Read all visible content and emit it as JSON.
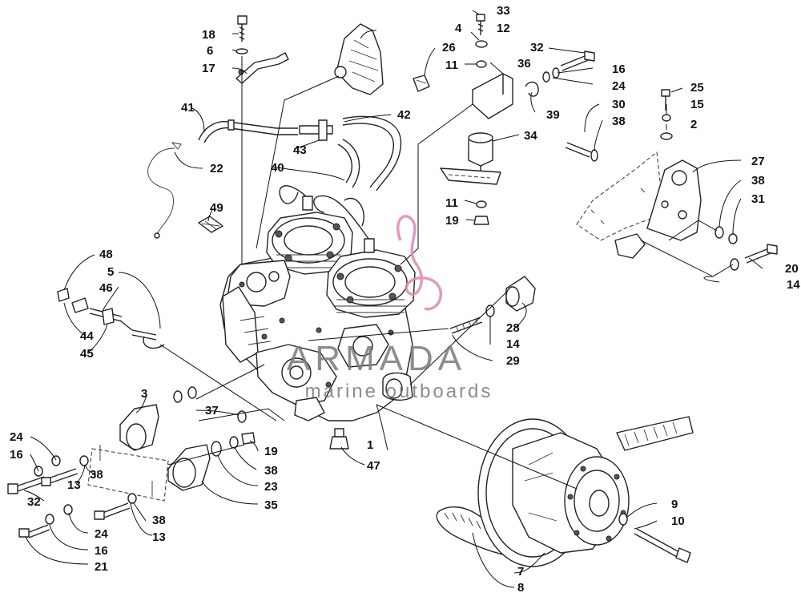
{
  "watermark": {
    "brand": "ARMADA",
    "tagline": "marine outboards",
    "logo_color": "#d98ab4"
  },
  "callouts": [
    {
      "n": "1"
    },
    {
      "n": "2"
    },
    {
      "n": "3"
    },
    {
      "n": "4"
    },
    {
      "n": "5"
    },
    {
      "n": "6"
    },
    {
      "n": "7"
    },
    {
      "n": "8"
    },
    {
      "n": "9"
    },
    {
      "n": "10"
    },
    {
      "n": "11"
    },
    {
      "n": "11"
    },
    {
      "n": "12"
    },
    {
      "n": "13"
    },
    {
      "n": "13"
    },
    {
      "n": "14"
    },
    {
      "n": "14"
    },
    {
      "n": "15"
    },
    {
      "n": "16"
    },
    {
      "n": "16"
    },
    {
      "n": "16"
    },
    {
      "n": "17"
    },
    {
      "n": "18"
    },
    {
      "n": "19"
    },
    {
      "n": "19"
    },
    {
      "n": "20"
    },
    {
      "n": "21"
    },
    {
      "n": "22"
    },
    {
      "n": "23"
    },
    {
      "n": "24"
    },
    {
      "n": "24"
    },
    {
      "n": "24"
    },
    {
      "n": "25"
    },
    {
      "n": "26"
    },
    {
      "n": "27"
    },
    {
      "n": "28"
    },
    {
      "n": "29"
    },
    {
      "n": "30"
    },
    {
      "n": "31"
    },
    {
      "n": "32"
    },
    {
      "n": "32"
    },
    {
      "n": "33"
    },
    {
      "n": "34"
    },
    {
      "n": "35"
    },
    {
      "n": "36"
    },
    {
      "n": "37"
    },
    {
      "n": "38"
    },
    {
      "n": "38"
    },
    {
      "n": "38"
    },
    {
      "n": "38"
    },
    {
      "n": "38"
    },
    {
      "n": "39"
    },
    {
      "n": "40"
    },
    {
      "n": "41"
    },
    {
      "n": "42"
    },
    {
      "n": "43"
    },
    {
      "n": "44"
    },
    {
      "n": "45"
    },
    {
      "n": "46"
    },
    {
      "n": "47"
    },
    {
      "n": "48"
    },
    {
      "n": "49"
    }
  ]
}
